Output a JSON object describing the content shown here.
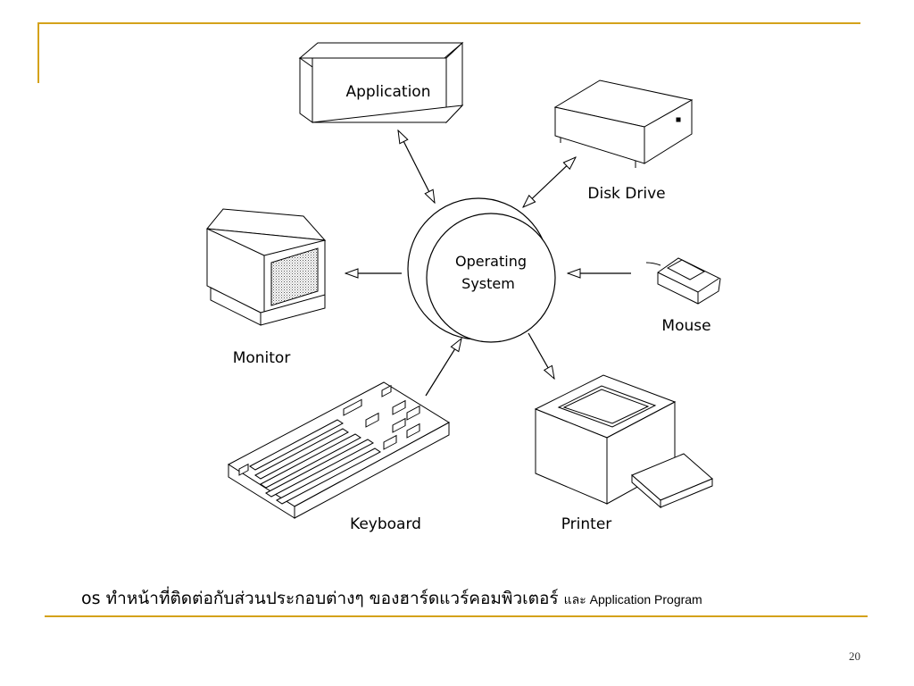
{
  "diagram": {
    "center_label_line1": "Operating",
    "center_label_line2": "System",
    "labels": {
      "application": "Application",
      "disk_drive": "Disk Drive",
      "mouse": "Mouse",
      "monitor": "Monitor",
      "keyboard": "Keyboard",
      "printer": "Printer"
    }
  },
  "caption": {
    "main": "os ทำหน้าที่ติดต่อกับส่วนประกอบต่างๆ ของฮาร์ดแวร์คอมพิวเตอร์",
    "tail": "และ Application Program"
  },
  "page_number": "20",
  "colors": {
    "rule": "#d4a21a",
    "ink": "#000000"
  }
}
